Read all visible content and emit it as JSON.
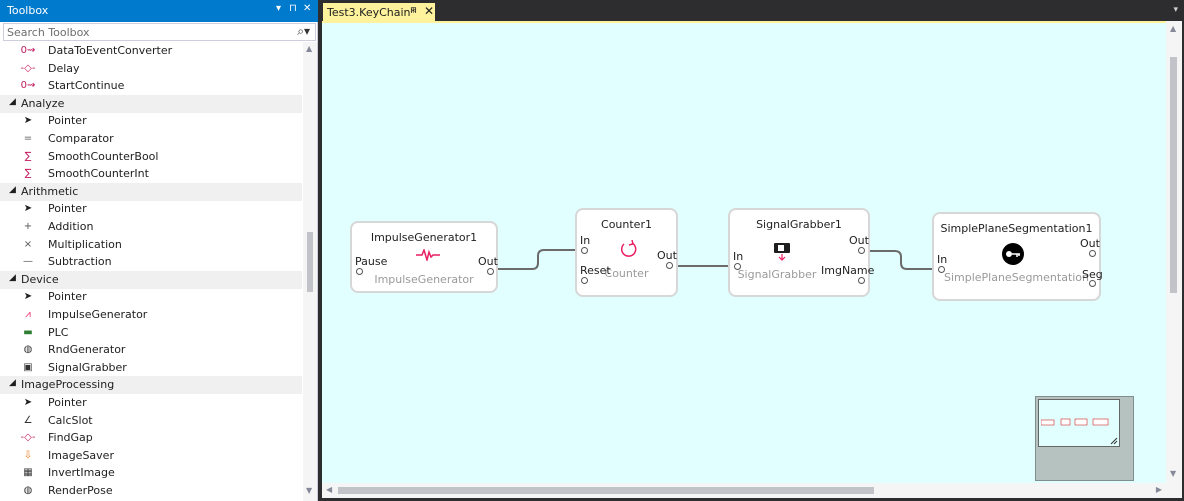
{
  "toolbox": {
    "title": "Toolbox",
    "pin_glyph": "▾ ⊓ ✕",
    "search_placeholder": "Search Toolbox",
    "rows": [
      {
        "kind": "item",
        "label": "DataToEventConverter",
        "icon": "data-to-event-icon",
        "glyph": "0⇝",
        "color": "#c2185b"
      },
      {
        "kind": "item",
        "label": "Delay",
        "icon": "delay-icon",
        "glyph": "-◇-",
        "color": "#c2185b"
      },
      {
        "kind": "item",
        "label": "StartContinue",
        "icon": "start-continue-icon",
        "glyph": "0⇝",
        "color": "#c2185b"
      },
      {
        "kind": "cat",
        "label": "Analyze",
        "arrow": "◢"
      },
      {
        "kind": "item",
        "label": "Pointer",
        "icon": "pointer-icon",
        "glyph": "➤",
        "color": "#1e1e1e"
      },
      {
        "kind": "item",
        "label": "Comparator",
        "icon": "comparator-icon",
        "glyph": "=",
        "color": "#555555"
      },
      {
        "kind": "item",
        "label": "SmoothCounterBool",
        "icon": "smooth-counter-bool-icon",
        "glyph": "∑",
        "color": "#c2185b"
      },
      {
        "kind": "item",
        "label": "SmoothCounterInt",
        "icon": "smooth-counter-int-icon",
        "glyph": "∑",
        "color": "#c2185b"
      },
      {
        "kind": "cat",
        "label": "Arithmetic",
        "arrow": "◢"
      },
      {
        "kind": "item",
        "label": "Pointer",
        "icon": "pointer-icon",
        "glyph": "➤",
        "color": "#1e1e1e"
      },
      {
        "kind": "item",
        "label": "Addition",
        "icon": "plus-icon",
        "glyph": "+",
        "color": "#555555"
      },
      {
        "kind": "item",
        "label": "Multiplication",
        "icon": "times-icon",
        "glyph": "×",
        "color": "#555555"
      },
      {
        "kind": "item",
        "label": "Subtraction",
        "icon": "minus-icon",
        "glyph": "—",
        "color": "#555555"
      },
      {
        "kind": "cat",
        "label": "Device",
        "arrow": "◢"
      },
      {
        "kind": "item",
        "label": "Pointer",
        "icon": "pointer-icon",
        "glyph": "➤",
        "color": "#1e1e1e"
      },
      {
        "kind": "item",
        "label": "ImpulseGenerator",
        "icon": "impulse-icon",
        "glyph": "⩘",
        "color": "#e91e63"
      },
      {
        "kind": "item",
        "label": "PLC",
        "icon": "plc-icon",
        "glyph": "▬",
        "color": "#2e7d32"
      },
      {
        "kind": "item",
        "label": "RndGenerator",
        "icon": "rnd-generator-icon",
        "glyph": "◍",
        "color": "#333333"
      },
      {
        "kind": "item",
        "label": "SignalGrabber",
        "icon": "signal-grabber-icon",
        "glyph": "▣",
        "color": "#333333"
      },
      {
        "kind": "cat",
        "label": "ImageProcessing",
        "arrow": "◢"
      },
      {
        "kind": "item",
        "label": "Pointer",
        "icon": "pointer-icon",
        "glyph": "➤",
        "color": "#1e1e1e"
      },
      {
        "kind": "item",
        "label": "CalcSlot",
        "icon": "calc-slot-icon",
        "glyph": "∠",
        "color": "#333333"
      },
      {
        "kind": "item",
        "label": "FindGap",
        "icon": "find-gap-icon",
        "glyph": "-◇-",
        "color": "#c2185b"
      },
      {
        "kind": "item",
        "label": "ImageSaver",
        "icon": "image-saver-icon",
        "glyph": "⇩",
        "color": "#e67e22"
      },
      {
        "kind": "item",
        "label": "InvertImage",
        "icon": "invert-image-icon",
        "glyph": "▦",
        "color": "#333333"
      },
      {
        "kind": "item",
        "label": "RenderPose",
        "icon": "render-pose-icon",
        "glyph": "◍",
        "color": "#333333"
      }
    ]
  },
  "editor": {
    "tab_label": "Test3.KeyChain*",
    "tab_pin": "⊓",
    "tab_close": "✕",
    "menu_glyph": "▾"
  },
  "nodes": [
    {
      "id": "impulse",
      "title": "ImpulseGenerator1",
      "subtitle": "ImpulseGenerator",
      "icon": "impulse-generator-icon",
      "icon_color": "#e91e63",
      "inputs": [
        "Pause"
      ],
      "outputs": [
        "Out"
      ]
    },
    {
      "id": "counter",
      "title": "Counter1",
      "subtitle": "Counter",
      "icon": "counter-icon",
      "icon_color": "#e91e63",
      "inputs": [
        "In",
        "Reset"
      ],
      "outputs": [
        "Out"
      ]
    },
    {
      "id": "grabber",
      "title": "SignalGrabber1",
      "subtitle": "SignalGrabber",
      "icon": "signal-grabber-icon",
      "icon_color": "#1e1e1e",
      "inputs": [
        "In"
      ],
      "outputs": [
        "Out",
        "ImgName"
      ]
    },
    {
      "id": "segment",
      "title": "SimplePlaneSegmentation1",
      "subtitle": "SimplePlaneSegmentation",
      "icon": "key-icon",
      "icon_color": "#000000",
      "inputs": [
        "In"
      ],
      "outputs": [
        "Out",
        "Seg"
      ]
    }
  ],
  "colors": {
    "accent": "#007acc",
    "canvas": "#e0fffe",
    "tab": "#fff29d",
    "wire": "#6b6b6b"
  }
}
